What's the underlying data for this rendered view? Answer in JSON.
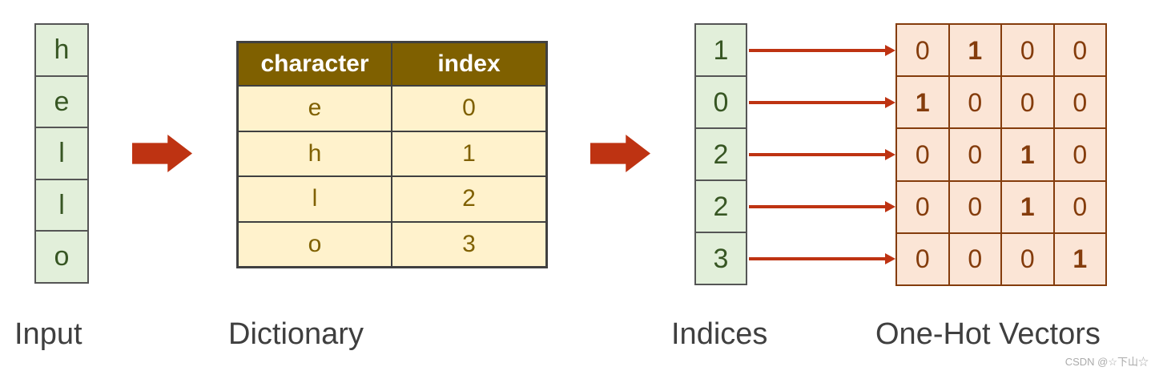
{
  "input": {
    "caption": "Input",
    "cells": [
      "h",
      "e",
      "l",
      "l",
      "o"
    ]
  },
  "dictionary": {
    "caption": "Dictionary",
    "headers": [
      "character",
      "index"
    ],
    "rows": [
      [
        "e",
        "0"
      ],
      [
        "h",
        "1"
      ],
      [
        "l",
        "2"
      ],
      [
        "o",
        "3"
      ]
    ]
  },
  "indices": {
    "caption": "Indices",
    "cells": [
      "1",
      "0",
      "2",
      "2",
      "3"
    ]
  },
  "onehot": {
    "caption": "One-Hot Vectors",
    "rows": [
      [
        "0",
        "1",
        "0",
        "0"
      ],
      [
        "1",
        "0",
        "0",
        "0"
      ],
      [
        "0",
        "0",
        "1",
        "0"
      ],
      [
        "0",
        "0",
        "1",
        "0"
      ],
      [
        "0",
        "0",
        "0",
        "1"
      ]
    ]
  },
  "watermark": "CSDN @☆下山☆",
  "colors": {
    "green-bg": "#E2EFDA",
    "green-text": "#375623",
    "border-gray": "#555555",
    "table-border": "#404040",
    "olive-dark": "#7F6000",
    "cream-bg": "#FFF2CC",
    "peach-bg": "#FBE5D6",
    "brown-dark": "#843C0C",
    "arrow-red": "#BE3312",
    "caption-gray": "#3F3F3F",
    "watermark-gray": "#ABABAB"
  }
}
